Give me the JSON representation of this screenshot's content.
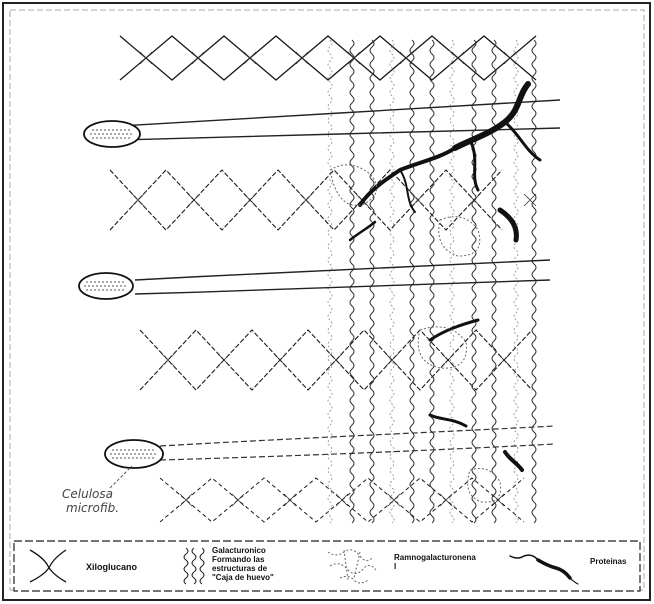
{
  "diagram": {
    "annotation": {
      "line1": "Celulosa",
      "line2": "microfib."
    },
    "legend": {
      "items": [
        {
          "label_lines": [
            "Xiloglucano"
          ],
          "icon": "xyloglucan-icon"
        },
        {
          "label_lines": [
            "Galacturonico",
            "Formando las",
            "estructuras de",
            "\"Caja de huevo\""
          ],
          "icon": "egg-box-icon"
        },
        {
          "label_lines": [
            "Ramnogalacturonena",
            "I"
          ],
          "icon": "rhamnogalacturonan-icon"
        },
        {
          "label_lines": [
            "Proteinas"
          ],
          "icon": "protein-icon"
        }
      ]
    },
    "colors": {
      "ink": "#111111",
      "grey_strand": "#777777",
      "background": "#ffffff"
    }
  }
}
